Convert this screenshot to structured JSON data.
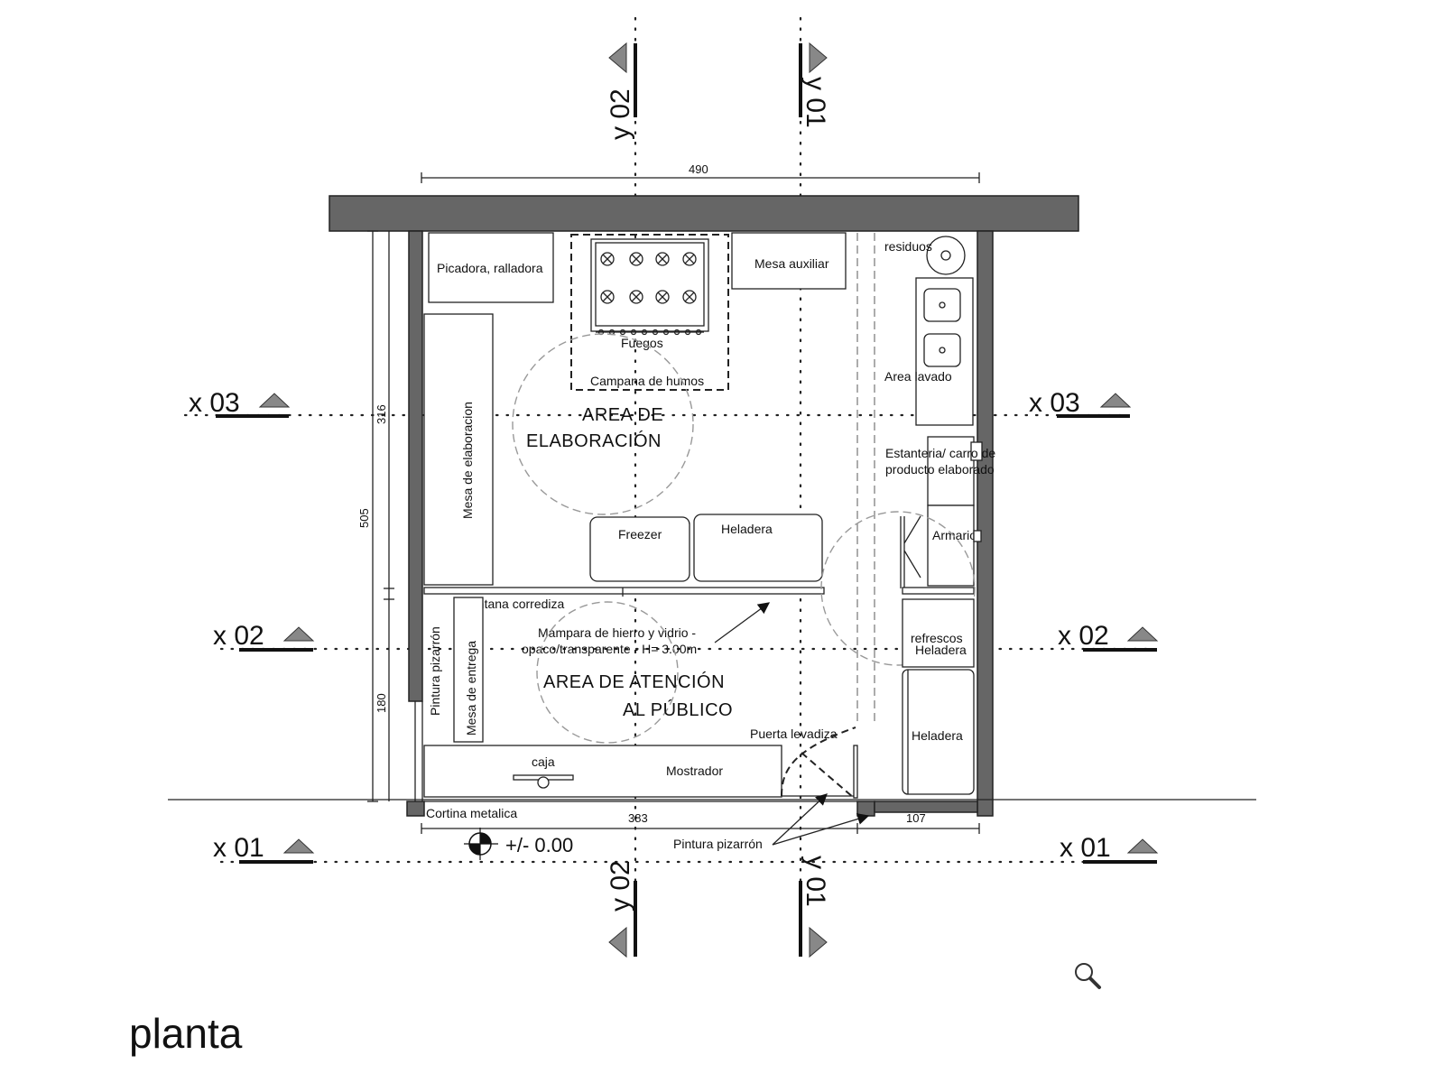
{
  "title": "planta",
  "dimensions": {
    "top_width": "490",
    "bottom_width": "383",
    "bottom_right": "107",
    "left_total": "505",
    "left_upper": "316",
    "left_lower": "180"
  },
  "level": "+/- 0.00",
  "section_axes": {
    "x01": "x 01",
    "x02": "x 02",
    "x03": "x 03",
    "y01": "y 01",
    "y02": "y 02"
  },
  "zones": {
    "elaboracion_line1": "AREA DE",
    "elaboracion_line2": "ELABORACIÓN",
    "atencion_line1": "AREA DE ATENCIÓN",
    "atencion_line2": "AL PÚBLICO"
  },
  "labels": {
    "picadora": "Picadora, ralladora",
    "mesa_auxiliar": "Mesa auxiliar",
    "residuos": "residuos",
    "fuegos": "Fuegos",
    "campana": "Campana de humos",
    "area_lavado": "Area lavado",
    "mesa_elaboracion": "Mesa de elaboracion",
    "estanteria_1": "Estanteria/ carro de",
    "estanteria_2": "producto elaborado",
    "freezer": "Freezer",
    "heladera_1": "Heladera",
    "armario": "Armario",
    "ventana": "ventana corrediza",
    "mampara_1": "Mampara de hierro y vidrio -",
    "mampara_2": "opaco/transparente - H= 3.00m",
    "refrescos": "refrescos",
    "heladera_2": "Heladera",
    "heladera_3": "Heladera",
    "pintura_vertical": "Pintura pizarrón",
    "mesa_entrega": "Mesa de entrega",
    "puerta": "Puerta levadiza",
    "caja": "caja",
    "mostrador": "Mostrador",
    "cortina": "Cortina metalica",
    "pintura_bottom": "Pintura pizarrón"
  },
  "icons": {
    "zoom": "magnifier-icon"
  }
}
